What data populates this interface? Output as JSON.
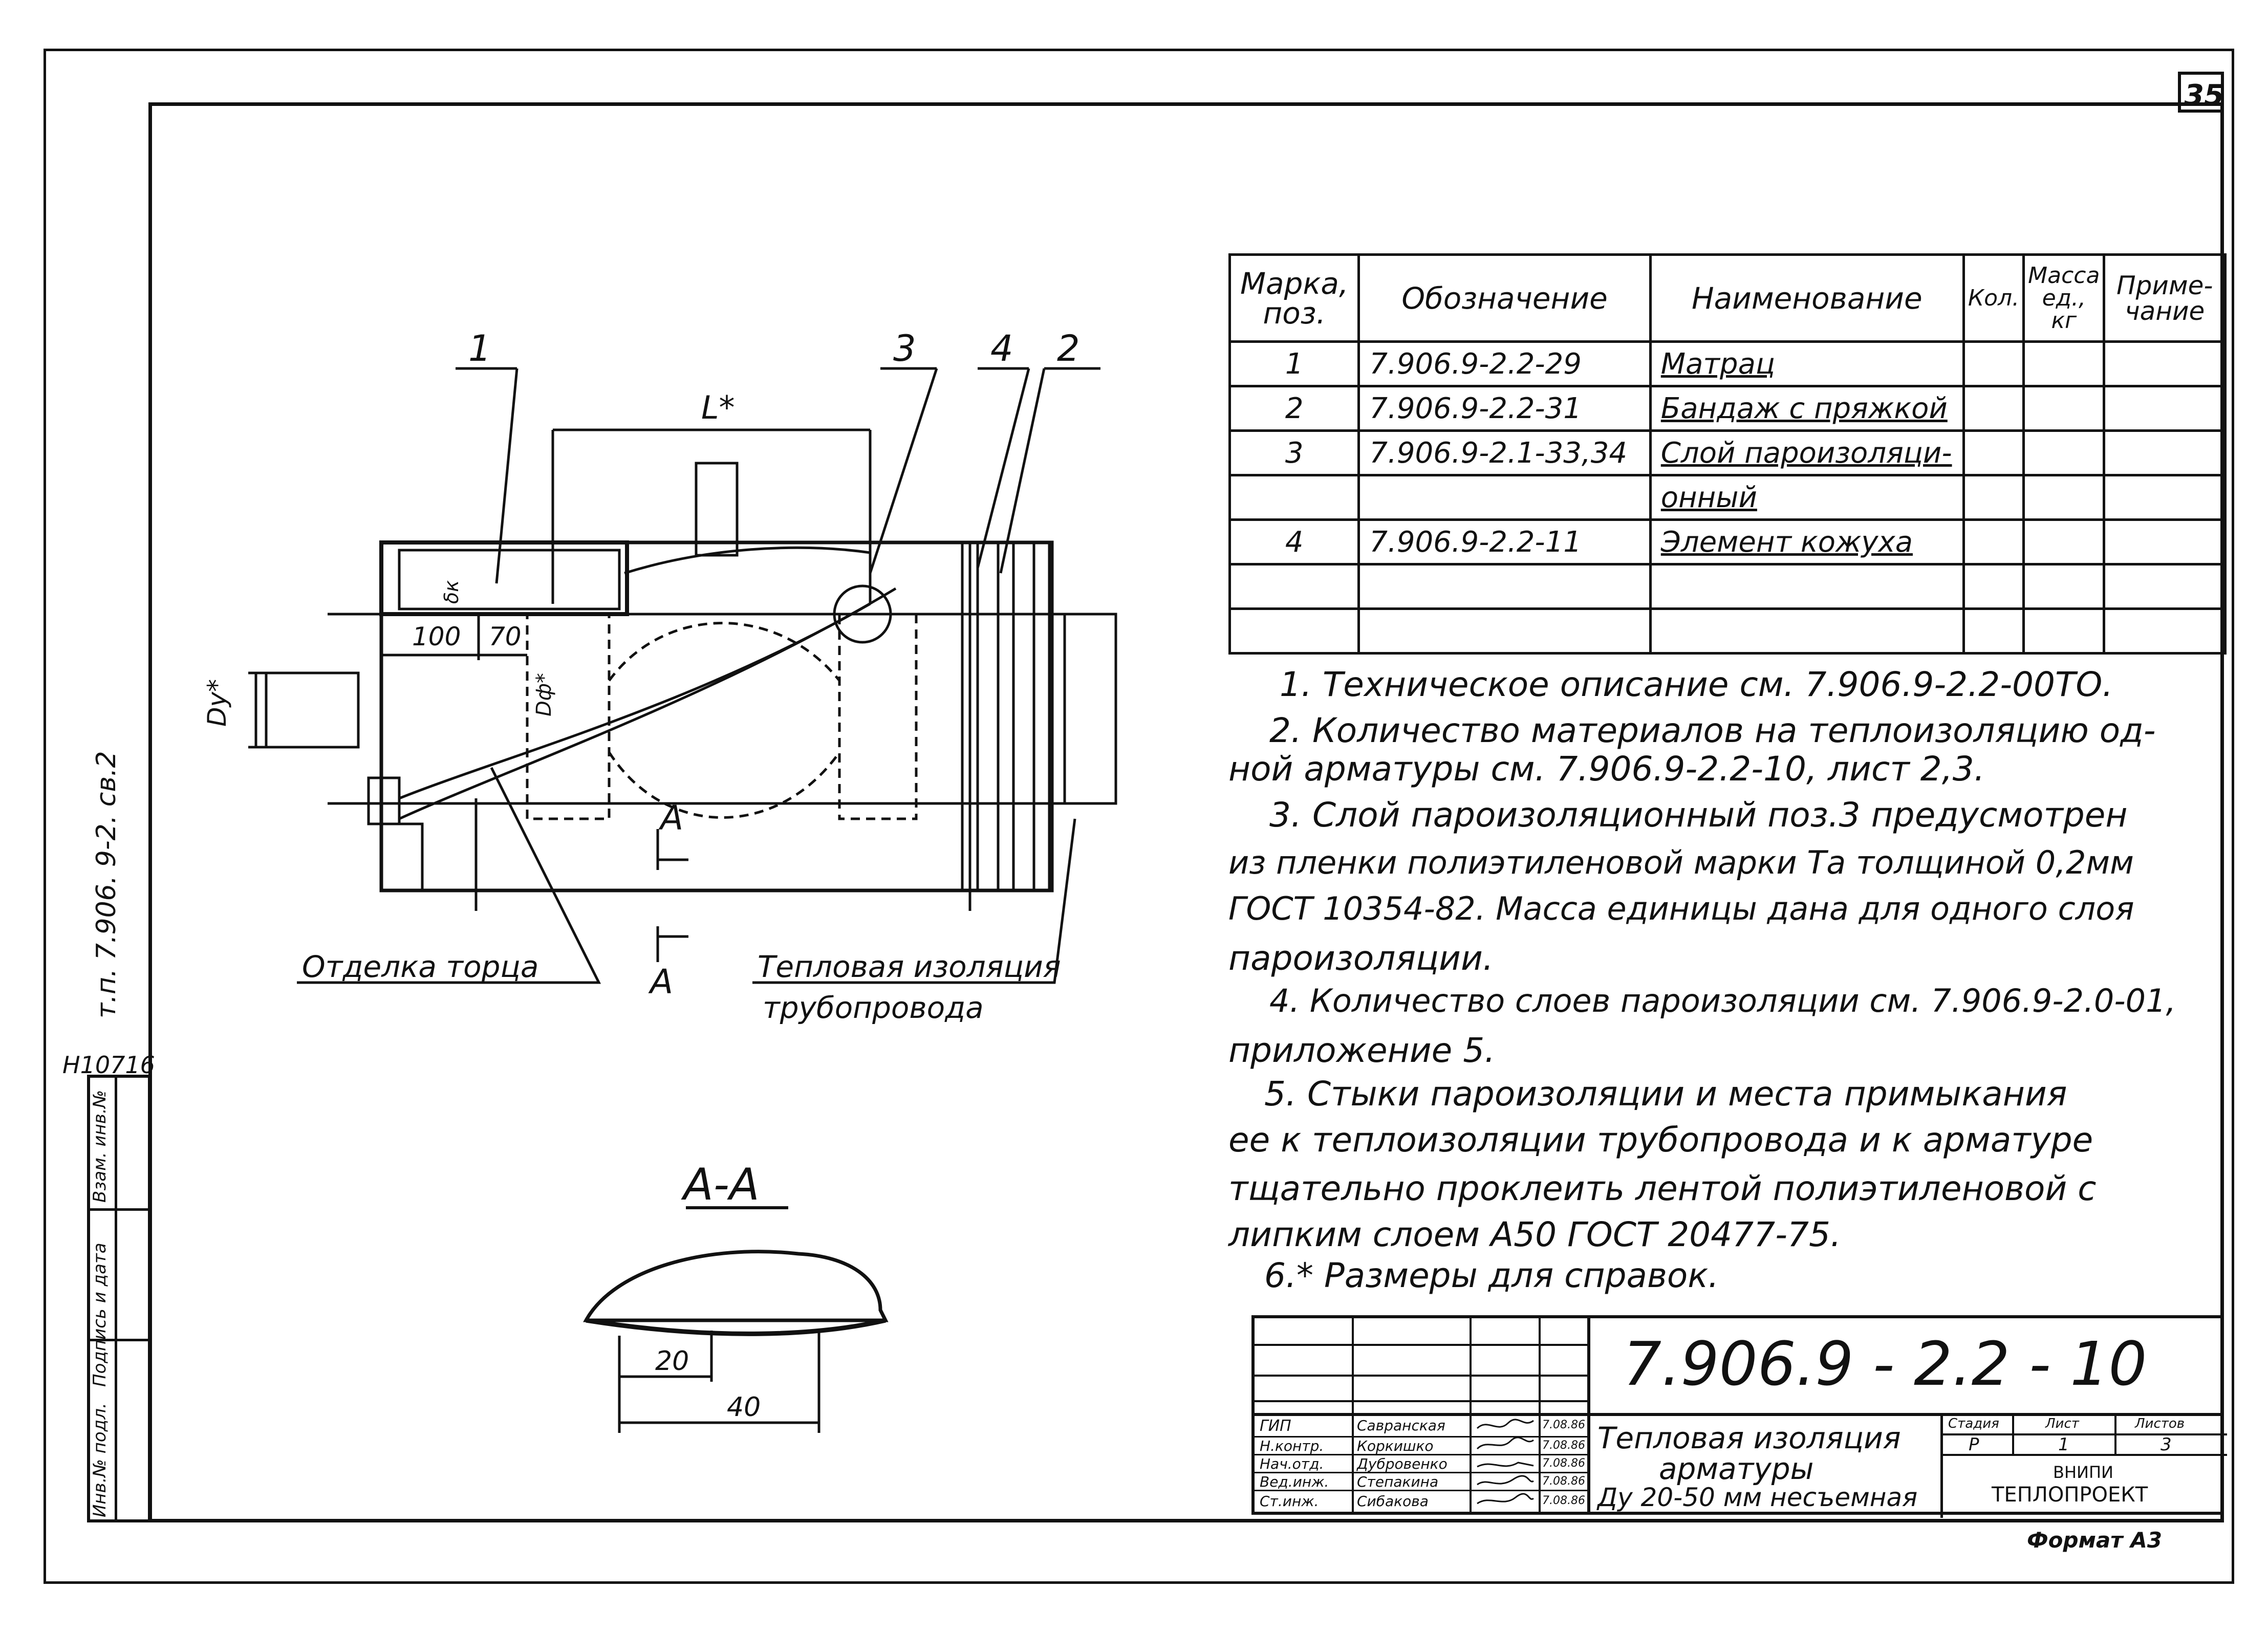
{
  "sheet_number": "35",
  "inventory_code": "Н10716",
  "side_reference": "т.п. 7.906. 9-2. св.2",
  "side_stamp_fields": [
    "Инв.№ подл.",
    "Подпись и дата",
    "Взам. инв.№"
  ],
  "drawing": {
    "callouts": [
      "1",
      "3",
      "4",
      "2"
    ],
    "dim_length": "L*",
    "dim_100": "100",
    "dim_70": "70",
    "dim_dy": "Dy*",
    "dim_d": "Dф*",
    "dim_delta": "δк",
    "section_mark": "A",
    "label_end_finish": "Отделка торца",
    "label_pipe_insulation_1": "Тепловая изоляция",
    "label_pipe_insulation_2": "трубопровода"
  },
  "section_view": {
    "title": "А-А",
    "dim_20": "20",
    "dim_40": "40"
  },
  "spec_table": {
    "headers": [
      "Марка, поз.",
      "Обозначение",
      "Наименование",
      "Кол.",
      "Масса ед., кг",
      "Приме- чание"
    ],
    "rows": [
      {
        "mark": "1",
        "designation": "7.906.9-2.2-29",
        "name": "Матрац"
      },
      {
        "mark": "2",
        "designation": "7.906.9-2.2-31",
        "name": "Бандаж с пряжкой"
      },
      {
        "mark": "3",
        "designation": "7.906.9-2.1-33,34",
        "name": "Слой пароизоляци-"
      },
      {
        "mark": "",
        "designation": "",
        "name": "онный"
      },
      {
        "mark": "4",
        "designation": "7.906.9-2.2-11",
        "name": "Элемент кожуха"
      },
      {
        "mark": "",
        "designation": "",
        "name": ""
      },
      {
        "mark": "",
        "designation": "",
        "name": ""
      }
    ]
  },
  "notes": [
    "1. Техническое описание см. 7.906.9-2.2-00ТО.",
    "2. Количество материалов на теплоизоляцию од-",
    "ной арматуры см. 7.906.9-2.2-10, лист 2,3.",
    "3. Слой пароизоляционный поз.3 предусмотрен",
    "из пленки полиэтиленовой марки Та толщиной 0,2мм",
    "ГОСТ 10354-82. Масса единицы дана для одного слоя",
    "пароизоляции.",
    "4. Количество слоев пароизоляции см. 7.906.9-2.0-01,",
    "приложение 5.",
    "5. Стыки пароизоляции и места примыкания",
    "ее к теплоизоляции трубопровода и к арматуре",
    "тщательно проклеить лентой полиэтиленовой с",
    "липким слоем А50 ГОСТ 20477-75.",
    "6.* Размеры для справок."
  ],
  "title_block": {
    "doc_code": "7.906.9 - 2.2 - 10",
    "title_1": "Тепловая изоляция",
    "title_2": "арматуры",
    "title_3": "Ду 20-50 мм несъемная",
    "stage_header": "Стадия",
    "sheet_header": "Лист",
    "sheets_header": "Листов",
    "stage": "Р",
    "sheet": "1",
    "sheets": "3",
    "org_1": "ВНИПИ",
    "org_2": "ТЕПЛОПРОЕКТ",
    "roles": [
      "ГИП",
      "Н.контр.",
      "Нач.отд.",
      "Вед.инж.",
      "Ст.инж."
    ],
    "names": [
      "Савранская",
      "Коркишко",
      "Дубровенко",
      "Степакина",
      "Сибакова"
    ],
    "dates": [
      "7.08.86",
      "7.08.86",
      "7.08.86",
      "7.08.86",
      "7.08.86"
    ]
  },
  "format": "Формат А3"
}
